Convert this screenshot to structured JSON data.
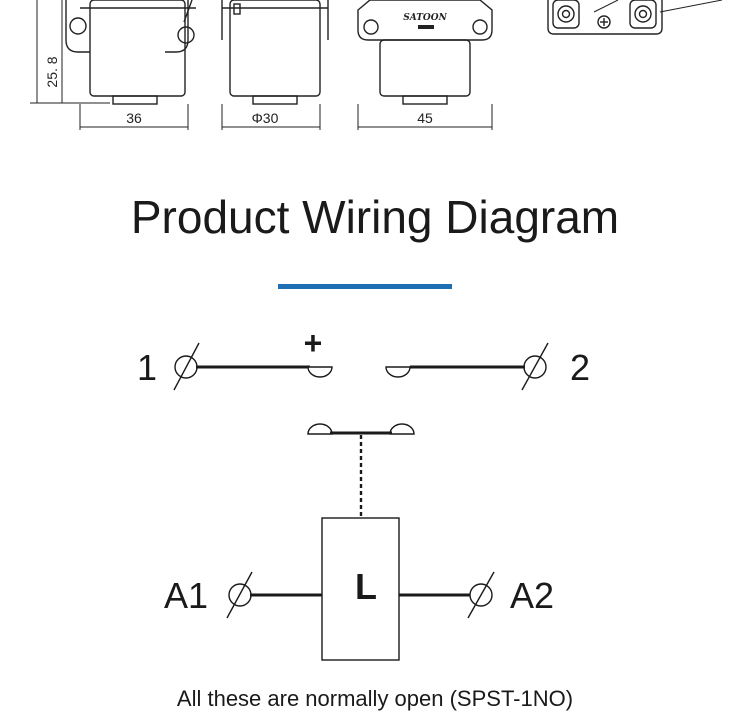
{
  "colors": {
    "accent": "#1f6fb5",
    "line": "#1a1a1a",
    "drawing": "#222222"
  },
  "dimension_drawing": {
    "dimensions": [
      "25. 8",
      "36",
      "Φ30",
      "45"
    ],
    "brand_text": "SATOON"
  },
  "section": {
    "title": "Product Wiring Diagram"
  },
  "wiring_diagram": {
    "terminal_1_label": "1",
    "terminal_2_label": "2",
    "plus_label": "+",
    "coil_label": "L",
    "coil_terminal_a1_label": "A1",
    "coil_terminal_a2_label": "A2"
  },
  "caption": "All these are normally open (SPST-1NO)"
}
